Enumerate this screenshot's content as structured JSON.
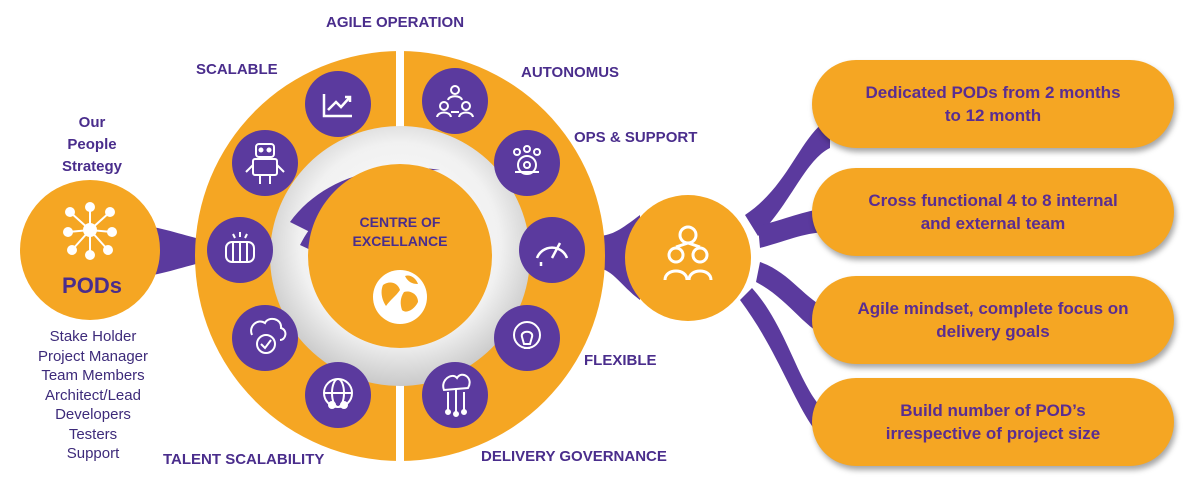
{
  "strategy": {
    "line1": "Our",
    "line2": "People",
    "line3": "Strategy"
  },
  "pods": {
    "label": "PODs"
  },
  "roles": [
    "Stake Holder",
    "Project Manager",
    "Team Members",
    "Architect/Lead",
    "Developers",
    "Testers",
    "Support"
  ],
  "ring_labels": {
    "agile_operation": "AGILE OPERATION",
    "scalable": "SCALABLE",
    "autonomus": "AUTONOMUS",
    "ops_support": "OPS & SUPPORT",
    "flexible": "FLEXIBLE",
    "talent_scalability": "TALENT SCALABILITY",
    "delivery_governance": "DELIVERY GOVERNANCE"
  },
  "centre": {
    "line1": "CENTRE OF",
    "line2": "EXCELLANCE"
  },
  "benefits": [
    {
      "line1": "Dedicated PODs from 2 months",
      "line2": "to 12 month"
    },
    {
      "line1": "Cross functional 4 to 8 internal",
      "line2": "and external team"
    },
    {
      "line1": "Agile mindset, complete focus on",
      "line2": "delivery goals"
    },
    {
      "line1": "Build number of POD’s",
      "line2": "irrespective of  project size"
    }
  ],
  "icons": {
    "pods": "network-hub-icon",
    "ring": [
      "growth-chart-icon",
      "robot-icon",
      "handshake-icon",
      "cloud-check-icon",
      "global-team-icon",
      "team-meeting-icon",
      "gear-team-icon",
      "speed-gauge-icon",
      "idea-bulb-icon",
      "circuit-tree-icon"
    ],
    "centre": "globe-icon",
    "team": "team-hierarchy-icon"
  },
  "colors": {
    "orange": "#f5a623",
    "purple": "#5b3a9e",
    "text_purple": "#4a2d8c",
    "white": "#ffffff"
  }
}
